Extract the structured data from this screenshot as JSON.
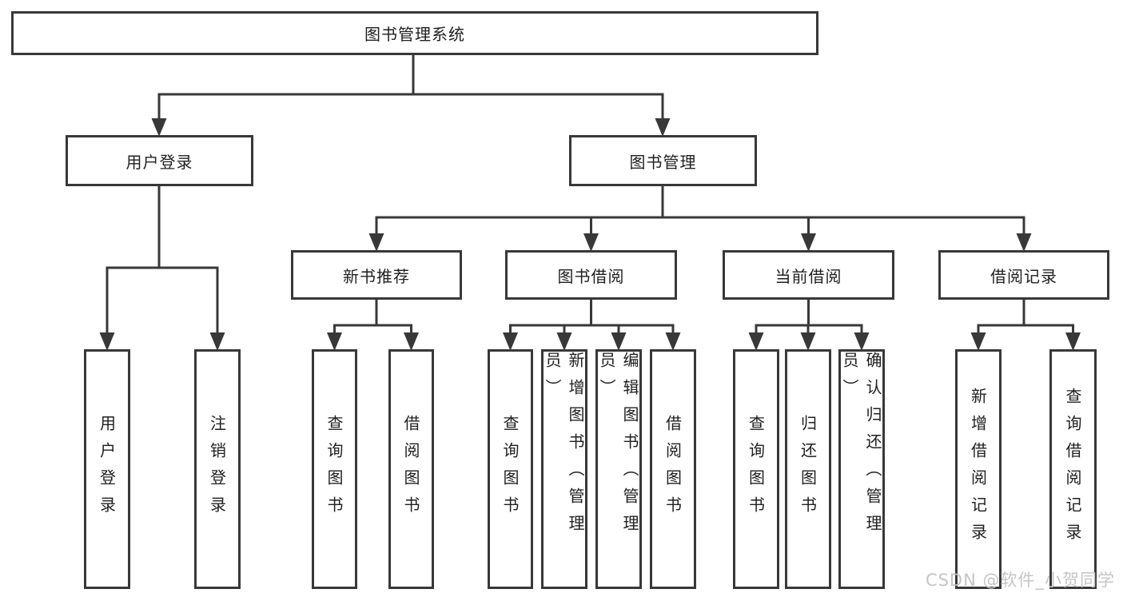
{
  "nodes": {
    "root": "图书管理系统",
    "level2": [
      "用户登录",
      "图书管理"
    ],
    "level3": [
      "新书推荐",
      "图书借阅",
      "当前借阅",
      "借阅记录"
    ],
    "leaves_user": [
      "用户登录",
      "注销登录"
    ],
    "leaves_rec": [
      "查询图书",
      "借阅图书"
    ],
    "leaves_borrow": [
      "查询图书",
      "新增图书（管理员）",
      "编辑图书（管理员）",
      "借阅图书"
    ],
    "leaves_current": [
      "查询图书",
      "归还图书",
      "确认归还（管理员）"
    ],
    "leaves_records": [
      "新增借阅记录",
      "查询借阅记录"
    ]
  },
  "watermark": "CSDN @软件_小贺同学",
  "colors": {
    "line": "#383838",
    "text": "#1f1f1f",
    "background": "#ffffff",
    "watermark": "#c5c5c5"
  }
}
